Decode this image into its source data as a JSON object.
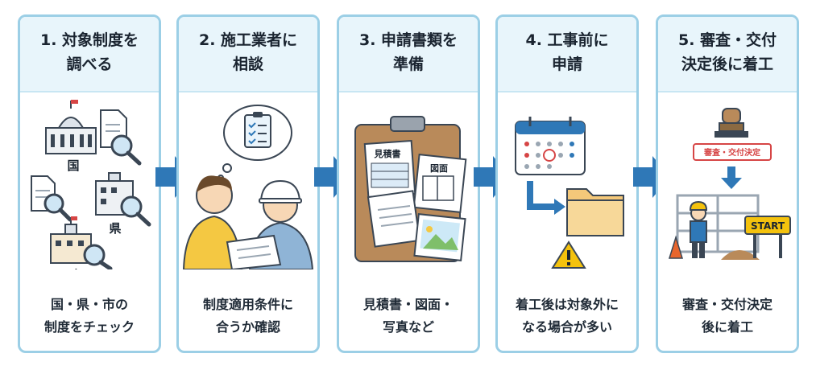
{
  "steps": [
    {
      "title": "1. 対象制度を\n調べる",
      "caption": "国・県・市の\n制度をチェック",
      "labels": {
        "national": "国",
        "prefecture": "県",
        "city": "市"
      }
    },
    {
      "title": "2. 施工業者に\n相談",
      "caption": "制度適用条件に\n合うか確認"
    },
    {
      "title": "3. 申請書類を\n準備",
      "caption": "見積書・図面・\n写真など",
      "labels": {
        "estimate": "見積書",
        "drawing": "図面"
      }
    },
    {
      "title": "4. 工事前に\n申請",
      "caption": "着工後は対象外に\nなる場合が多い"
    },
    {
      "title": "5. 審査・交付\n決定後に着工",
      "caption": "審査・交付決定\n後に着工",
      "labels": {
        "stamp": "審査・交付決定",
        "sign": "START"
      }
    }
  ],
  "colors": {
    "border": "#9ccfe6",
    "header_bg": "#e8f5fb",
    "arrow": "#2f78b7",
    "warning": "#f4c20d"
  }
}
